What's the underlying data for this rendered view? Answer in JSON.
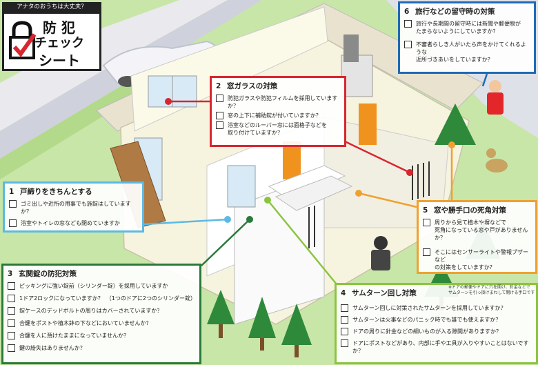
{
  "logo": {
    "tagline": "アナタのおうちは大丈夫？",
    "line1": "防 犯",
    "line2": "チェック",
    "line3": "シート"
  },
  "colors": {
    "panel1": "#5bb9e5",
    "panel2": "#d8262f",
    "panel3": "#2a7a3a",
    "panel4": "#8cc43f",
    "panel5": "#f0a030",
    "panel6": "#1e6ab5"
  },
  "panels": {
    "p1": {
      "num": "1",
      "title": "戸締りをきちんとする",
      "items": [
        "ゴミ出しや近所の用事でも施錠はしていますか？",
        "浴室やトイレの窓なども閉めていますか"
      ]
    },
    "p2": {
      "num": "2",
      "title": "窓ガラスの対策",
      "items": [
        "防犯ガラスや防犯フィルムを採用していますか？",
        "窓の上下に補助錠が付いていますか？",
        "浴室などのルーバー窓には面格子などを\n取り付けていますか？"
      ]
    },
    "p3": {
      "num": "3",
      "title": "玄関錠の防犯対策",
      "items": [
        "ピッキングに強い錠前（シリンダー錠）を採用していますか",
        "1ドア2ロックになっていますか？　（1つのドアに2つのシリンダー錠）",
        "錠ケースのデッドボルトの周りはカバーされていますか？",
        "合鍵をポストや植木鉢の下などにおいていませんか？",
        "合鍵を人に預けたままになっていませんか？",
        "鍵の紛失はありませんか？"
      ]
    },
    "p4": {
      "num": "4",
      "title": "サムターン回し対策",
      "note": "※ドアの郵便やドアに穴を開け、針金などで\nサムターンを引っ掛けまわして開ける手口です",
      "items": [
        "サムターン回しに対策されたサムターンを採用していますか？",
        "サムターンは火事などのパニック時でも誰でも使えますか？",
        "ドアの周りに針金などの細いものが入る隙間がありますか？",
        "ドアにポストなどがあり、内部に手や工具が入りやすいことはないですか？"
      ]
    },
    "p5": {
      "num": "5",
      "title": "窓や勝手口の死角対策",
      "items": [
        "周りから見て植木や塀などで\n死角になっている窓や戸がありませんか？",
        "そこにはセンサーライトや警報ブザーなど\nの対策をしていますか？"
      ]
    },
    "p6": {
      "num": "6",
      "title": "旅行などの留守時の対策",
      "items": [
        "旅行や長期間の留守時には新聞や郵便物が\nたまらないようにしていますか？",
        "不審者らしき人がいたら声をかけてくれるような\n近所づきあいをしていますか？"
      ]
    }
  }
}
